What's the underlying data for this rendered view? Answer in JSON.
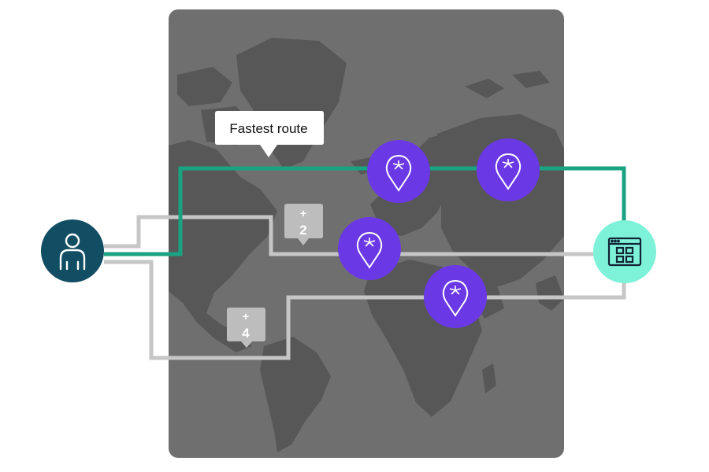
{
  "colors": {
    "map_background": "#6f6f6f",
    "land": "#575757",
    "fastest_route": "#1aa382",
    "alternate_route": "#c6c6c6",
    "pop_node": "#6b38e6",
    "user_node": "#124e63",
    "app_node": "#7df2d8",
    "badge": "#bdbdbd"
  },
  "callout": {
    "text": "Fastest route"
  },
  "badges": [
    {
      "plus": "+",
      "count": "2"
    },
    {
      "plus": "+",
      "count": "4"
    }
  ],
  "nodes": {
    "user": {
      "icon": "person-icon"
    },
    "app": {
      "icon": "browser-window-grid-icon"
    },
    "pops": [
      {
        "icon": "location-pin-icon"
      },
      {
        "icon": "location-pin-icon"
      },
      {
        "icon": "location-pin-icon"
      },
      {
        "icon": "location-pin-icon"
      }
    ]
  }
}
